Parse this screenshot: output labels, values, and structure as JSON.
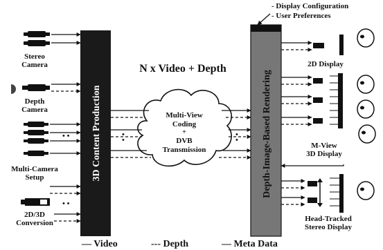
{
  "diagram": {
    "top_notes": [
      "- Display Configuration",
      "- User Preferences"
    ],
    "center_label": "N x Video + Depth",
    "left_block_label": "3D Content Production",
    "right_block_label": "Depth-Image-Based Rendering",
    "cloud_lines": [
      "Multi-View",
      "Coding",
      "+",
      "DVB",
      "Transmission"
    ],
    "inputs": [
      {
        "lines": [
          "Stereo",
          "Camera"
        ],
        "icon": "stereo-camera-icon"
      },
      {
        "lines": [
          "Depth",
          "Camera"
        ],
        "icon": "depth-camera-icon"
      },
      {
        "lines": [
          "Multi-Camera",
          "Setup"
        ],
        "icon": "multi-camera-icon"
      },
      {
        "lines": [
          "2D/3D",
          "Conversion"
        ],
        "icon": "film-conversion-icon"
      }
    ],
    "outputs": [
      {
        "lines": [
          "2D Display"
        ],
        "icon": "display-2d-icon"
      },
      {
        "lines": [
          "M-View",
          "3D Display"
        ],
        "icon": "multiview-display-icon"
      },
      {
        "lines": [
          "Head-Tracked",
          "Stereo Display"
        ],
        "icon": "head-tracked-display-icon"
      }
    ],
    "legend": {
      "video": "— Video",
      "depth": "--- Depth",
      "meta": "— Meta Data"
    }
  }
}
